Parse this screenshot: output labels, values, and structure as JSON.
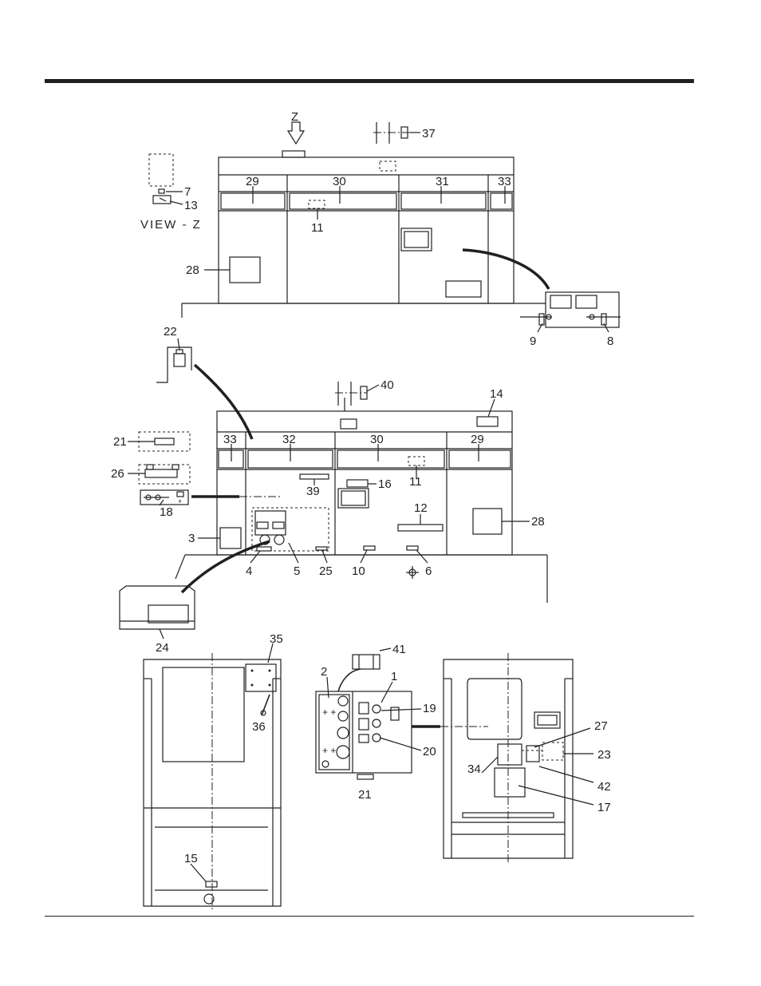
{
  "diagram": {
    "view_label": "VIEW - Z",
    "view_arrow_label": "Z",
    "callouts": {
      "c37": "37",
      "c29a": "29",
      "c30a": "30",
      "c31": "31",
      "c33a": "33",
      "c7": "7",
      "c13": "13",
      "c11a": "11",
      "c28a": "28",
      "c22": "22",
      "c9": "9",
      "c8": "8",
      "c40": "40",
      "c14": "14",
      "c21a": "21",
      "c26": "26",
      "c18": "18",
      "c33b": "33",
      "c32": "32",
      "c30b": "30",
      "c29b": "29",
      "c11b": "11",
      "c16": "16",
      "c39": "39",
      "c12": "12",
      "c28b": "28",
      "c3": "3",
      "c4": "4",
      "c5": "5",
      "c25": "25",
      "c10": "10",
      "c6": "6",
      "c24": "24",
      "c35": "35",
      "c36": "36",
      "c15": "15",
      "c41": "41",
      "c2": "2",
      "c1": "1",
      "c19": "19",
      "c20": "20",
      "c21b": "21",
      "c27": "27",
      "c23": "23",
      "c34": "34",
      "c42": "42",
      "c17": "17"
    }
  }
}
